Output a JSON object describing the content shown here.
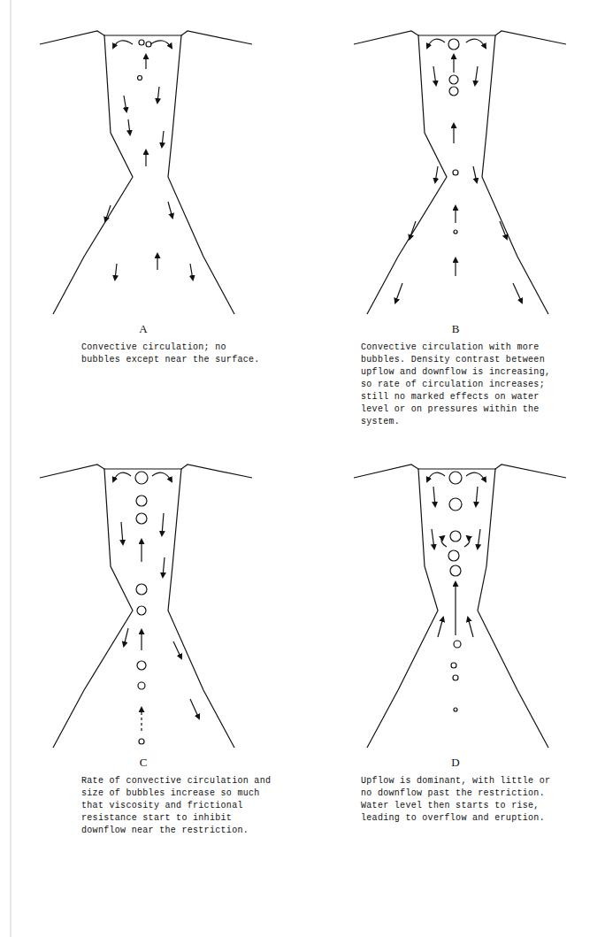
{
  "diagram": {
    "labels": [
      "A",
      "Convective circulation; no bubbles except near the surface.",
      "B",
      "Convective circulation with more bubbles. Density contrast between upflow and downflow is increasing, so rate of circulation increases; still no marked effects on water level or on pressures within the system.",
      "C",
      "Rate of convective circulation and size of bubbles increase so much that viscosity and frictional resistance start to inhibit downflow near the restriction.",
      "D",
      "Upflow is dominant, with little or no downflow past the restriction. Water level then starts to rise, leading to overflow and eruption."
    ]
  }
}
